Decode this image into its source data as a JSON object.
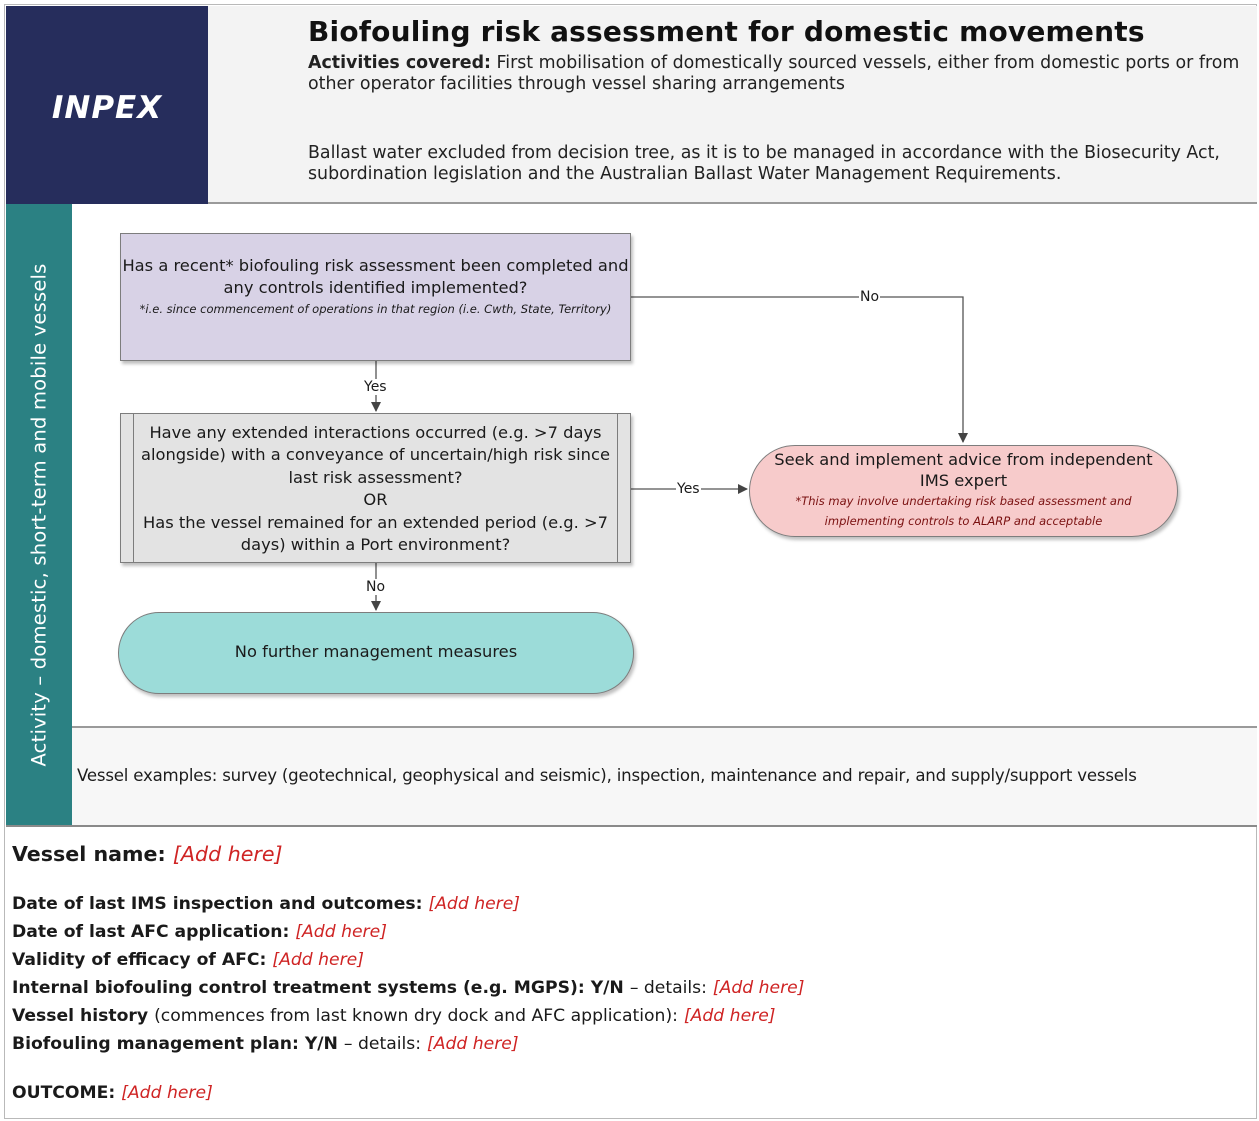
{
  "header": {
    "logo": "INPEX",
    "title": "Biofouling risk assessment for domestic movements",
    "activities_label": "Activities covered:",
    "activities_text": "First mobilisation of domestically sourced vessels, either from domestic ports or from other operator facilities through vessel sharing arrangements",
    "ballast_text": "Ballast water excluded from decision tree, as it is to be managed in accordance with the Biosecurity Act, subordination legislation and the Australian Ballast Water Management Requirements."
  },
  "swimlane": {
    "label": "Activity – domestic, short-term and mobile vessels",
    "vessel_examples": "Vessel examples: survey (geotechnical, geophysical and seismic), inspection, maintenance and repair, and supply/support vessels"
  },
  "flowchart": {
    "q1_text": "Has a recent* biofouling risk assessment been completed and any controls identified implemented?",
    "q1_note": "*i.e. since commencement of operations in that region (i.e. Cwth, State, Territory)",
    "q1_yes": "Yes",
    "q1_no": "No",
    "q2_line1": "Have any extended interactions occurred (e.g. >7 days alongside) with a conveyance of uncertain/high risk since last risk assessment?",
    "q2_or": "OR",
    "q2_line2": "Has the vessel remained for an extended period (e.g. >7 days) within a Port environment?",
    "q2_yes": "Yes",
    "q2_no": "No",
    "advice_text": "Seek and implement advice from independent IMS expert",
    "advice_note": "*This may involve undertaking risk based assessment and implementing controls to ALARP and acceptable",
    "end_text": "No further management measures"
  },
  "form": {
    "vessel_name_label": "Vessel name:",
    "placeholder": "[Add here]",
    "last_ims_label": "Date of last IMS inspection and outcomes:",
    "last_afc_label": "Date of last AFC application:",
    "afc_validity_label": "Validity of efficacy of AFC:",
    "internal_label": "Internal biofouling control treatment systems (e.g. MGPS): Y/N",
    "details_label": "– details:",
    "history_label": "Vessel history",
    "history_note": "(commences from last known dry dock and AFC application):",
    "bmp_label": "Biofouling management plan: Y/N",
    "outcome_label": "OUTCOME:"
  }
}
